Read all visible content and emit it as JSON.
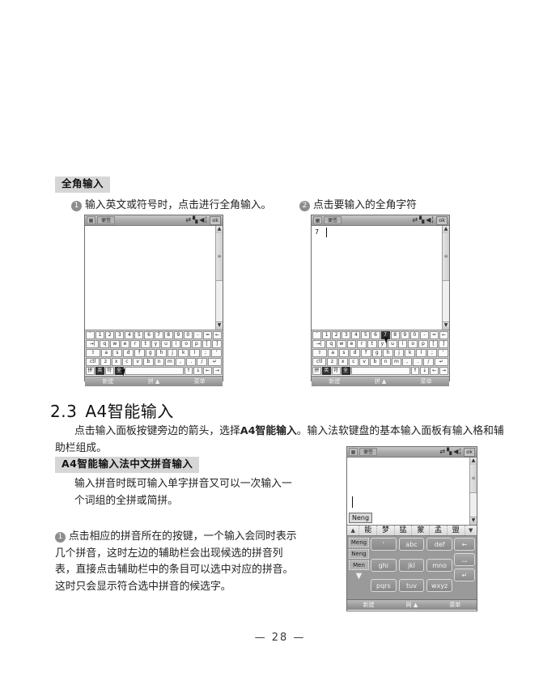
{
  "page": {
    "number_label": "— 28 —"
  },
  "fullwidth_section": {
    "heading": "全角输入",
    "steps": [
      {
        "num": "1",
        "text": "输入英文或符号时，点击进行全角输入。"
      },
      {
        "num": "2",
        "text": "点击要输入的全角字符"
      }
    ]
  },
  "section23": {
    "number": "2.3",
    "title": "A4智能输入",
    "paragraph_parts": [
      "点击输入面板按键旁边的箭头，选择",
      "A4智能输入",
      "。输入法软键盘的基本输入面板有输入格和辅助栏组成。"
    ],
    "sub_heading": "A4智能输入法中文拼音输入",
    "sub_paragraph": "输入拼音时既可输入单字拼音又可以一次输入一个词组的全拼或简拼。",
    "step": {
      "num": "1",
      "text": "点击相应的拼音所在的按键，一个输入会同时表示几个拼音，这时左边的辅助栏会出现候选的拼音列表，直接点击辅助栏中的条目可以选中对应的拼音。这时只会显示符合选中拼音的候选字。"
    }
  },
  "device_common": {
    "titlebar": {
      "start_icon": "start-windows-icon",
      "ime_label": "便签",
      "network_icon": "signal-bars-icon",
      "sync_icon": "sync-arrows-icon",
      "volume_icon": "speaker-icon",
      "ok_label": "ok"
    },
    "scrollbar": {
      "up": "▲",
      "down": "▼",
      "thumb": "≡"
    },
    "softbar": {
      "left": "新建",
      "center": "拼",
      "center_arrow": "▲",
      "right": "菜单"
    }
  },
  "keyboard": {
    "row1": [
      "`",
      "1",
      "2",
      "3",
      "4",
      "5",
      "6",
      "7",
      "8",
      "9",
      "0",
      "-",
      "=",
      "←"
    ],
    "row2": [
      "→|",
      "q",
      "w",
      "e",
      "r",
      "t",
      "y",
      "u",
      "i",
      "o",
      "p",
      "[",
      "]"
    ],
    "row3": [
      "⇧",
      "a",
      "s",
      "d",
      "f",
      "g",
      "h",
      "j",
      "k",
      "l",
      ";",
      "'"
    ],
    "row4": [
      "ctl",
      "z",
      "x",
      "c",
      "v",
      "b",
      "n",
      "m",
      ",",
      ".",
      "/",
      "↵"
    ],
    "row5_mode": [
      "拼",
      "英",
      "符",
      "全"
    ],
    "row5_nav": [
      "↑",
      "↓",
      "←",
      "→"
    ]
  },
  "device1": {
    "name": "fullwidth-before",
    "text_value": "",
    "active_mode_keys": [
      "英"
    ],
    "pressed_key": "全",
    "stylus_visible": true
  },
  "device2": {
    "name": "fullwidth-after",
    "text_value": "7",
    "active_mode_keys": [
      "英",
      "全"
    ],
    "pressed_key": "7",
    "stylus_visible": true
  },
  "device3": {
    "name": "a4-smart-input",
    "text_value": "",
    "input_box_value": "Neng",
    "candidates": [
      "能",
      "梦",
      "猛",
      "蒙",
      "孟",
      "盟"
    ],
    "cand_left_arrow": "▲",
    "cand_right_arrow": "▼",
    "pinyin_list": [
      "Meng",
      "Neng",
      "Men"
    ],
    "pinyin_more": "▼",
    "numkeys": [
      "'",
      "abc",
      "def",
      "ghi",
      "jkl",
      "mno",
      "pqrs",
      "tuv",
      "wxyz"
    ],
    "fnkeys": [
      "←",
      "⌴",
      "↵"
    ],
    "softbar": {
      "left": "新建",
      "center": "网",
      "center_arrow": "▲",
      "right": "菜单"
    }
  },
  "colors": {
    "heading_bg": "#d6d6d6",
    "device_border": "#6d6d6d",
    "key_dark": "#2f2f2f",
    "softbar": "#8e8e8e"
  }
}
